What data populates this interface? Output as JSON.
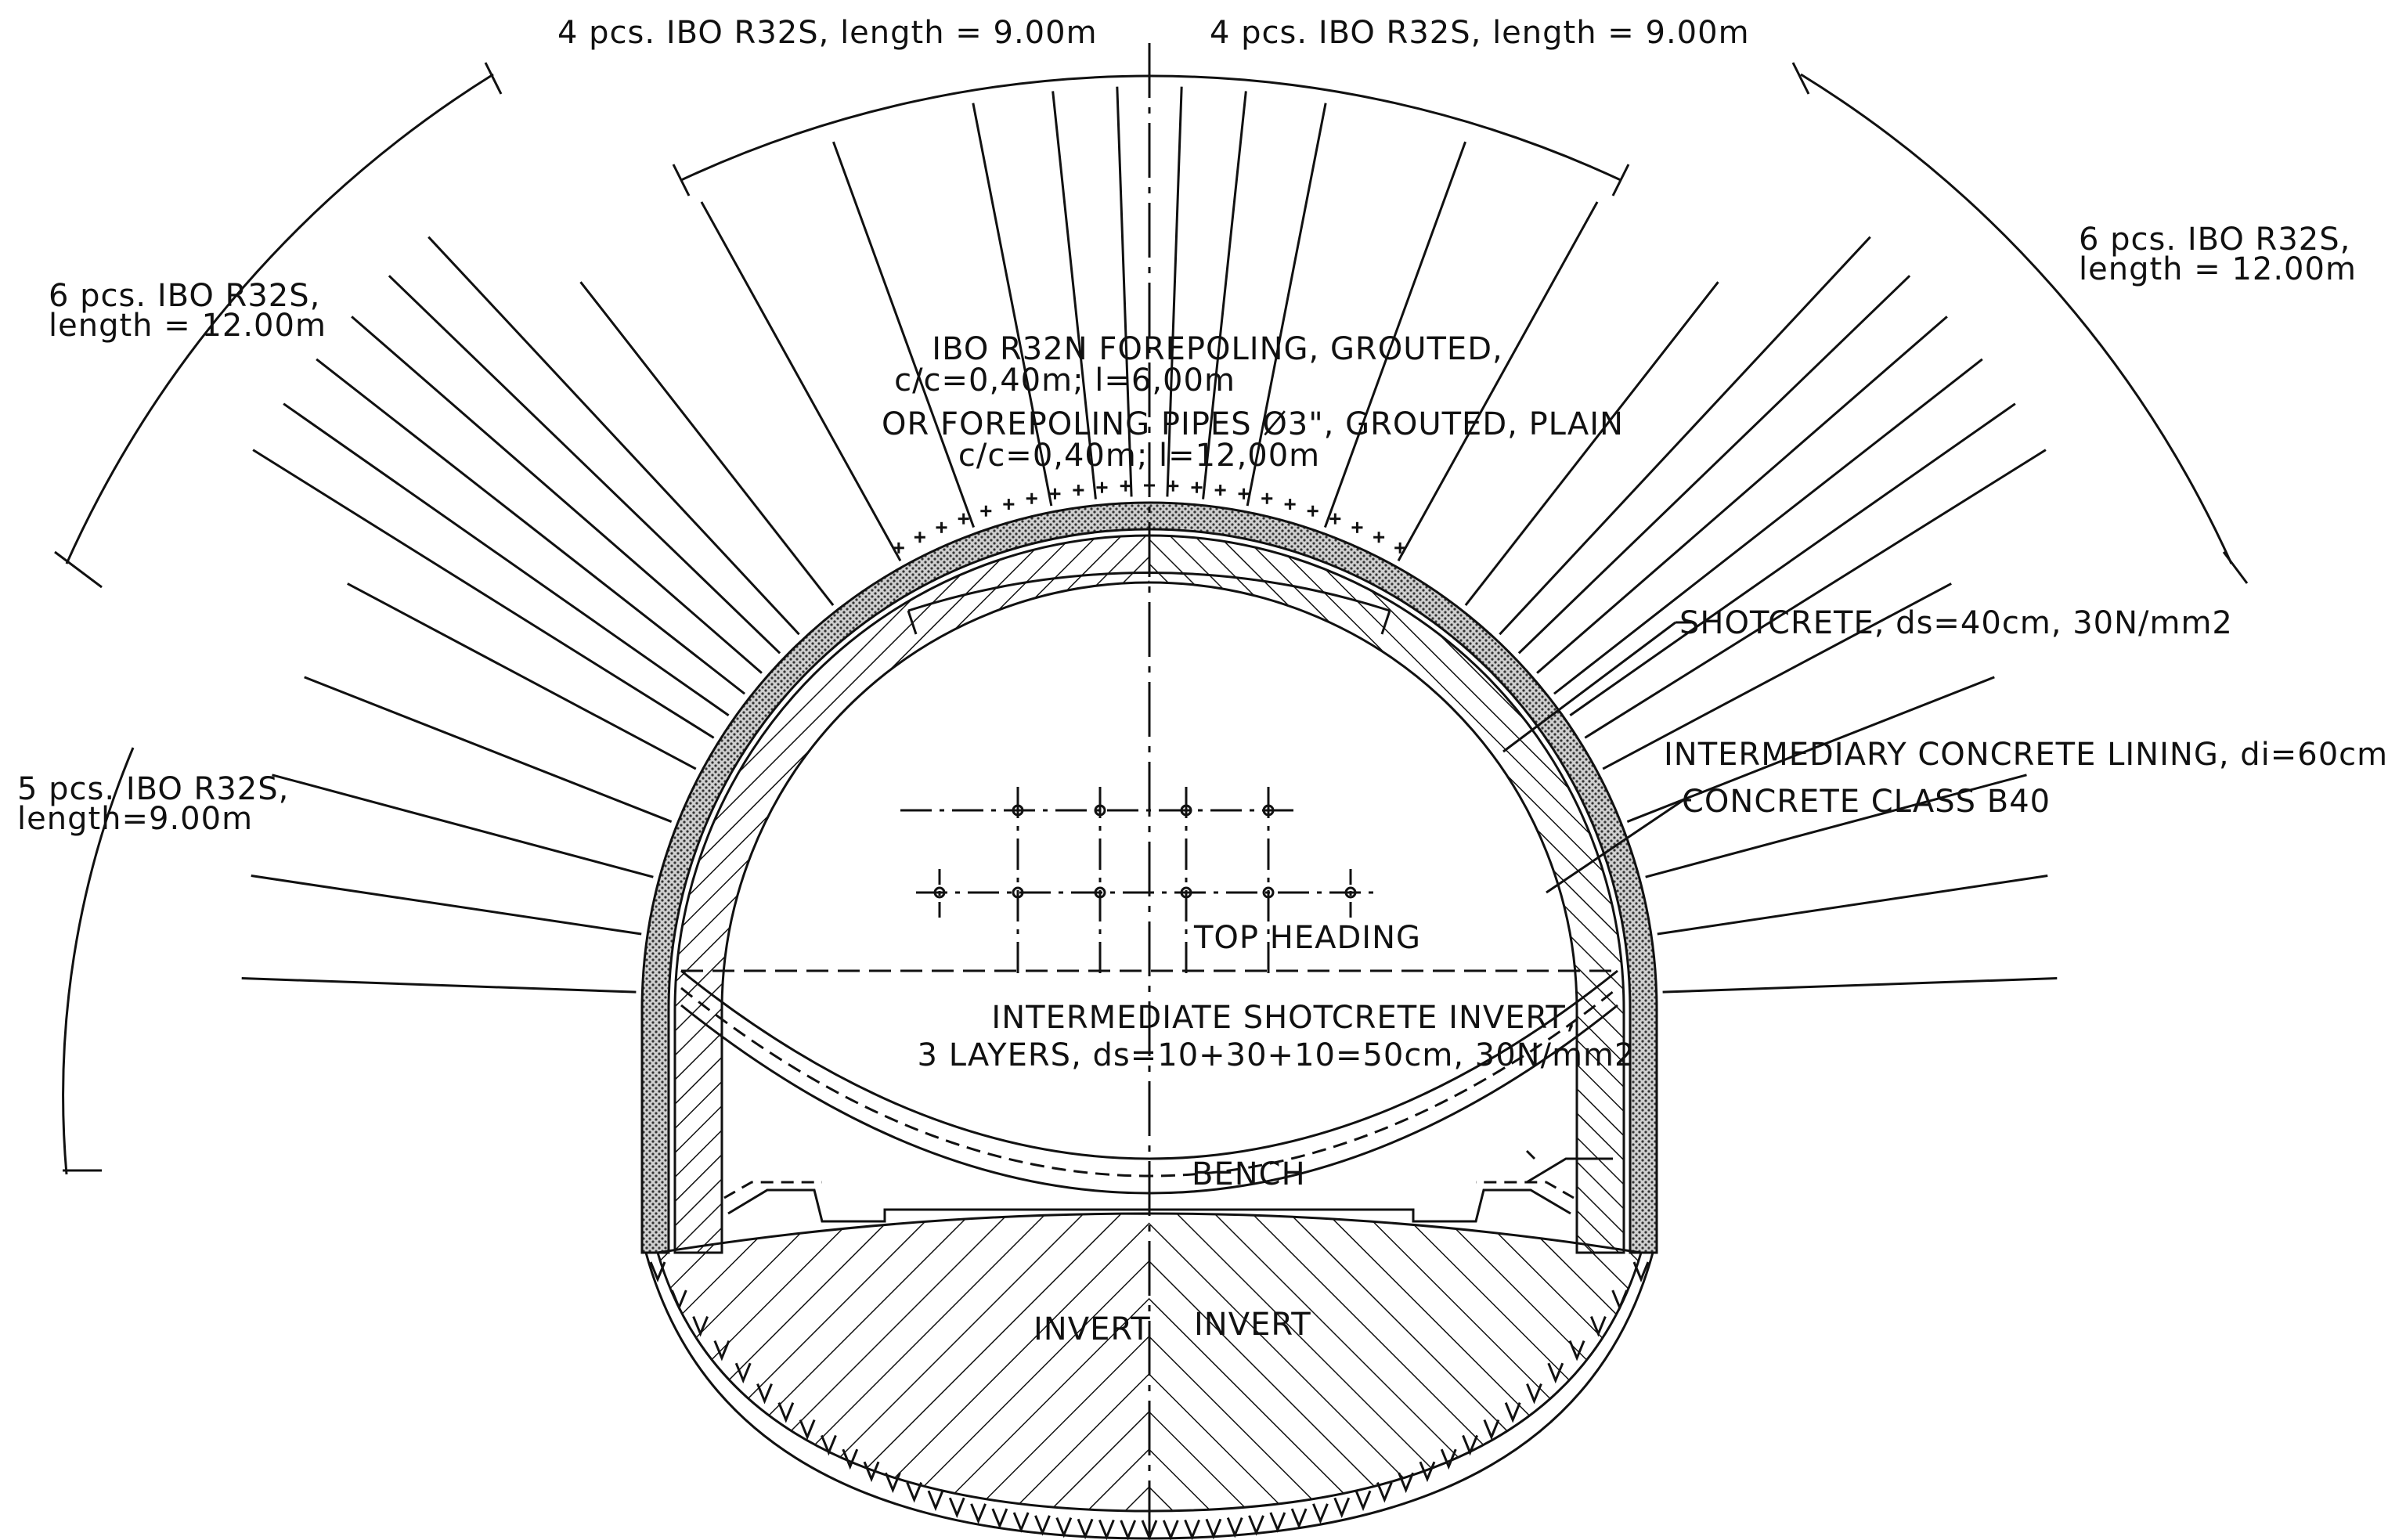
{
  "labels": {
    "top_left_bolts": "4 pcs. IBO R32S, length = 9.00m",
    "top_right_bolts": "4 pcs. IBO R32S, length = 9.00m",
    "upper_left_bolts_line1": "6 pcs. IBO R32S,",
    "upper_left_bolts_line2": "length = 12.00m",
    "upper_right_bolts_line1": "6 pcs. IBO R32S,",
    "upper_right_bolts_line2": "length = 12.00m",
    "lower_left_bolts_line1": "5 pcs. IBO R32S,",
    "lower_left_bolts_line2": "length=9.00m",
    "forepoling_line1": "IBO R32N FOREPOLING, GROUTED,",
    "forepoling_line2": "c/c=0,40m; l=6,00m",
    "forepoling_line3": "OR FOREPOLING PIPES Ø3\", GROUTED, PLAIN",
    "forepoling_line4": "c/c=0,40m; l=12,00m",
    "shotcrete": "SHOTCRETE, ds=40cm, 30N/mm2",
    "lining": "INTERMEDIARY CONCRETE LINING, di=60cm",
    "concrete_class": "CONCRETE CLASS B40",
    "top_heading": "TOP HEADING",
    "invert_shotcrete_line1": "INTERMEDIATE SHOTCRETE INVERT,",
    "invert_shotcrete_line2": "3 LAYERS, ds=10+30+10=50cm, 30N/mm2",
    "bench": "BENCH",
    "invert_left": "INVERT",
    "invert_right": "INVERT"
  },
  "colors": {
    "line": "#111111",
    "background": "#ffffff"
  }
}
